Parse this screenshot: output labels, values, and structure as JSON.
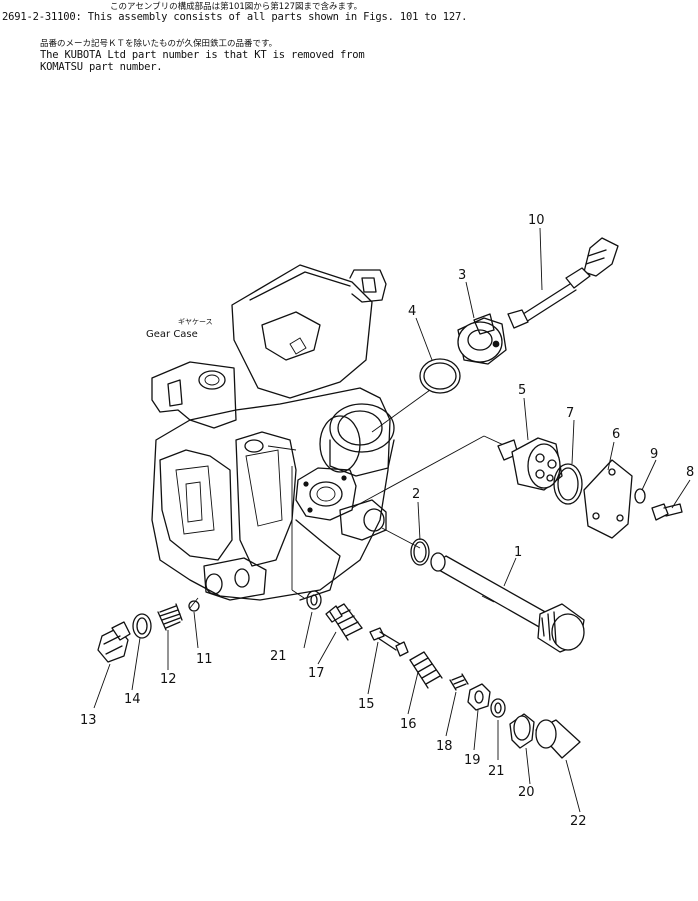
{
  "header": {
    "line1_jp": "このアセンブリの構成部品は第101図から第127図まで含みます。",
    "line2": "2691-2-31100: This assembly consists of all parts shown in Figs. 101 to 127.",
    "line3_jp": "品番のメーカ記号ＫＴを除いたものが久保田鉄工の品番です。",
    "line4": "The KUBOTA Ltd part number is that KT is removed from",
    "line5": "KOMATSU part number."
  },
  "gear_case_label": {
    "jp": "ギヤケース",
    "en": "Gear Case"
  },
  "callouts": [
    "1",
    "2",
    "3",
    "4",
    "5",
    "6",
    "7",
    "8",
    "9",
    "10",
    "11",
    "12",
    "13",
    "14",
    "15",
    "16",
    "17",
    "18",
    "19",
    "20",
    "21",
    "21",
    "22"
  ]
}
